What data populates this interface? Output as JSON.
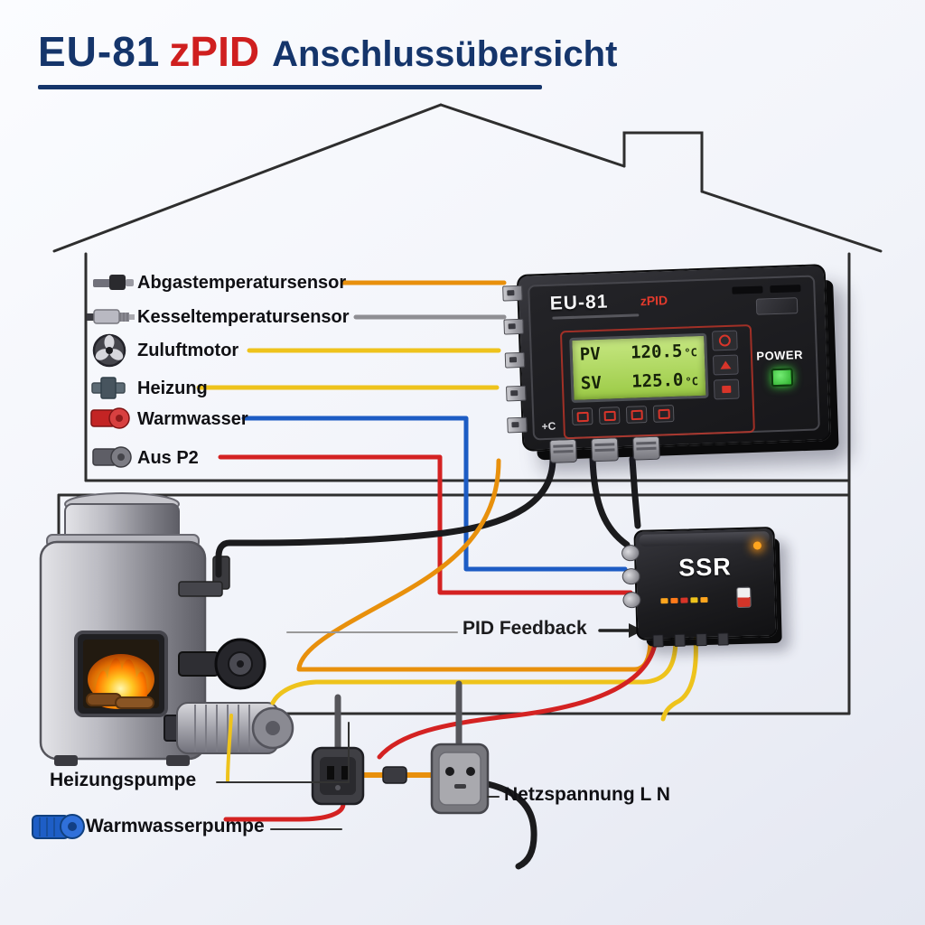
{
  "title": {
    "brand": "EU-81",
    "model": "zPID",
    "subtitle": "Anschlussübersicht"
  },
  "connections": [
    {
      "label": "Abgastemperatursensor",
      "icon": "exhaust-sensor-icon",
      "wire_color": "#e8900c"
    },
    {
      "label": "Kesseltemperatursensor",
      "icon": "boiler-sensor-icon",
      "wire_color": "#8f8f94"
    },
    {
      "label": "Zuluftmotor",
      "icon": "fan-icon",
      "wire_color": "#eec31c"
    },
    {
      "label": "Heizung",
      "icon": "valve-icon",
      "wire_color": "#eec31c"
    },
    {
      "label": "Warmwasser",
      "icon": "pump-red-icon",
      "wire_color": "#1d5cc4"
    },
    {
      "label": "Aus P2",
      "icon": "pump-gray-icon",
      "wire_color": "#d42222"
    }
  ],
  "controller": {
    "brand": "EU-81",
    "model_badge": "zPID",
    "power_label": "POWER",
    "corner_label": "+C",
    "display": {
      "rows": [
        {
          "label": "PV",
          "value": "120.5",
          "unit": "°C"
        },
        {
          "label": "SV",
          "value": "125.0",
          "unit": "°C"
        }
      ]
    }
  },
  "ssr": {
    "label": "SSR"
  },
  "annotations": {
    "pid_feedback": "PID Feedback",
    "netzspannung": "Netzspannung L N",
    "heizungspumpe": "Heizungspumpe",
    "warmwasserpumpe": "Warmwasserpumpe"
  },
  "colors": {
    "accent_blue": "#15356b",
    "accent_red": "#cf1f1f",
    "lcd_green": "#9bca45",
    "led_green": "#2cae2c",
    "led_orange": "#ffa51e",
    "wire_orange": "#e8900c",
    "wire_yellow": "#eec31c",
    "wire_red": "#d42222",
    "wire_blue": "#1d5cc4",
    "wire_gray": "#8f8f94",
    "wire_black": "#1b1b1d"
  }
}
